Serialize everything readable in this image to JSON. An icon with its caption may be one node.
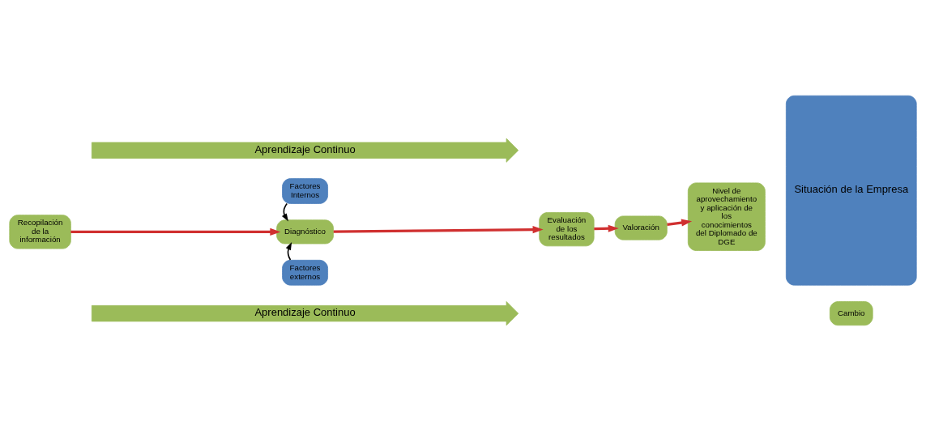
{
  "diagram": {
    "nodes": [
      {
        "text": [
          "Aprendizaje Continuo"
        ]
      },
      {
        "text": [
          "Factores Internos"
        ]
      },
      {
        "text": [
          "Recopilación de la información"
        ]
      },
      {
        "text": [
          "Diagnóstico"
        ]
      },
      {
        "text": [
          "Evaluación de los resultados"
        ]
      },
      {
        "text": [
          "Valoración"
        ]
      },
      {
        "text": [
          "Nivel de aprovechamiento y aplicación de los conocimientos del Diplomado de DGE"
        ]
      },
      {
        "text": [
          "Situación de la Empresa"
        ]
      },
      {
        "text": [
          "Factores externos"
        ]
      },
      {
        "text": [
          "Aprendizaje Continuo"
        ]
      },
      {
        "text": [
          "Cambio"
        ]
      }
    ],
    "edges": [
      {
        "from": 2,
        "to": 3,
        "arrow": "to"
      },
      {
        "from": 3,
        "to": 4,
        "arrow": "to"
      },
      {
        "from": 4,
        "to": 5,
        "arrow": "to"
      },
      {
        "from": 5,
        "to": 6,
        "arrow": "to"
      },
      {
        "from": 1,
        "to": 3,
        "arrow": "to",
        "color": "#000000"
      },
      {
        "from": 8,
        "to": 3,
        "arrow": "to",
        "color": "#000000"
      }
    ]
  }
}
